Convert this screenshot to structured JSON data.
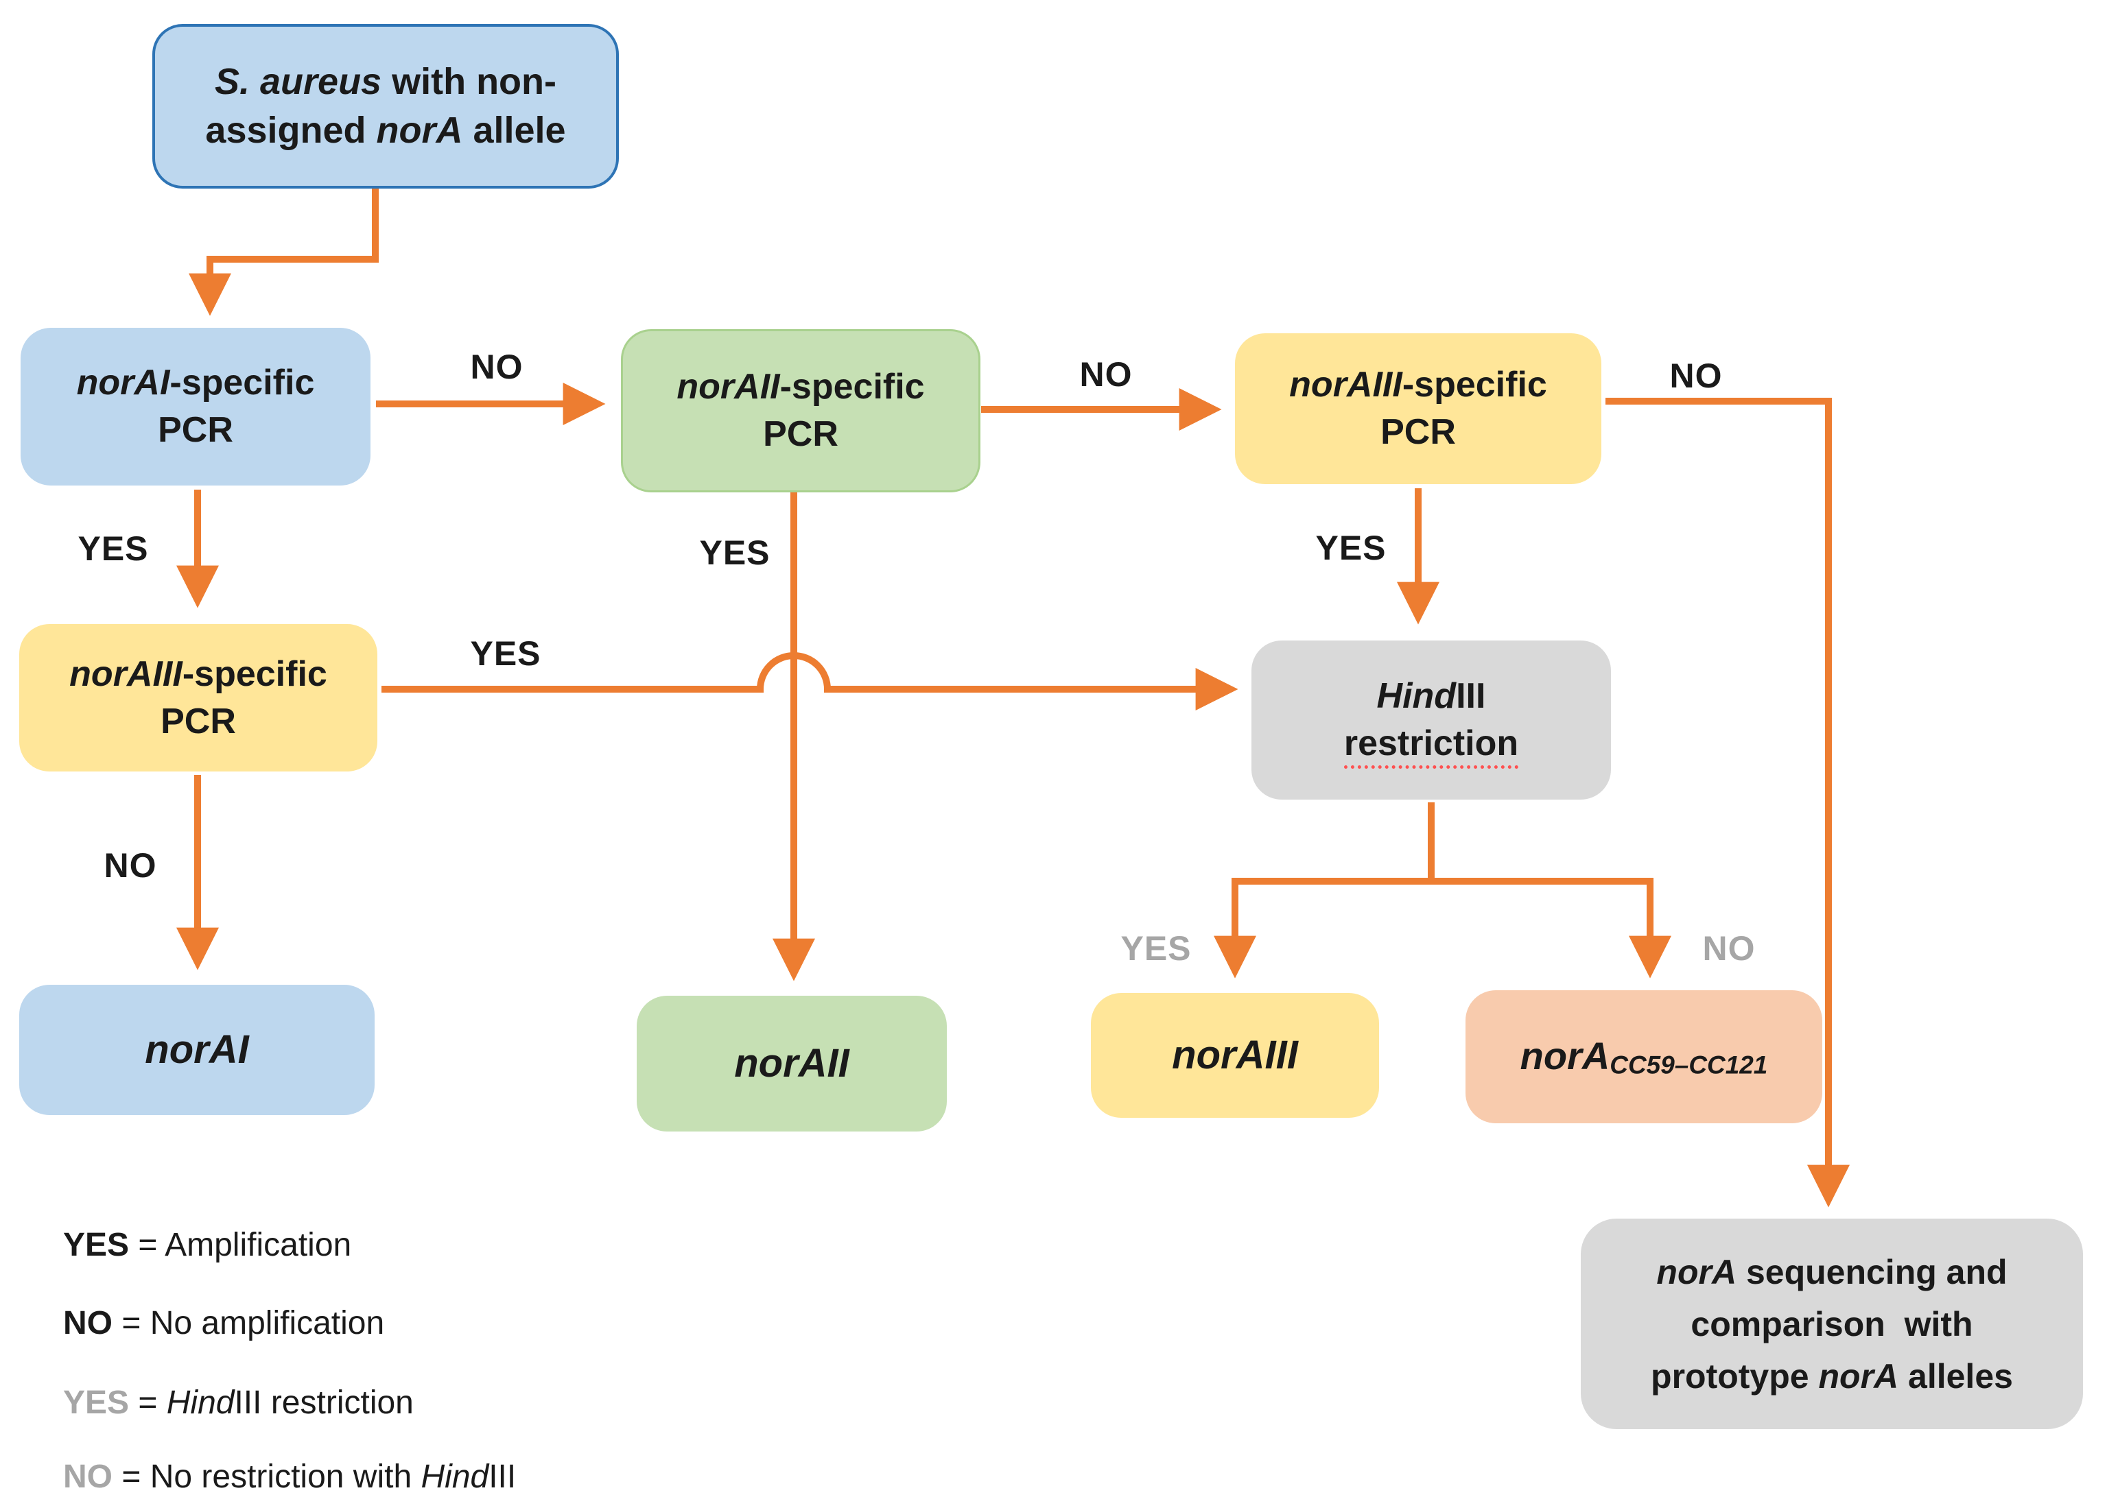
{
  "colors": {
    "box_blue": "#BDD7EE",
    "box_green": "#C6E0B4",
    "box_yellow": "#FFE699",
    "box_gray": "#D9D9D9",
    "box_salmon": "#F8CBAD",
    "border_blue": "#2E74B5",
    "border_green": "#A9D18E",
    "arrow": "#ED7D31",
    "label_gray": "#A6A6A6",
    "text": "#1a1a1a"
  },
  "nodes": {
    "start": {
      "segments": [
        {
          "text": "S. aureus",
          "italic": true
        },
        {
          "text": " with non-\nassigned "
        },
        {
          "text": "norA",
          "italic": true
        },
        {
          "text": " allele"
        }
      ]
    },
    "norai_pcr": {
      "segments": [
        {
          "text": "norAI",
          "italic": true
        },
        {
          "text": "-specific\nPCR"
        }
      ]
    },
    "noraii_pcr": {
      "segments": [
        {
          "text": "norAII",
          "italic": true
        },
        {
          "text": "-specific\nPCR"
        }
      ]
    },
    "noraiii_pcr_top": {
      "segments": [
        {
          "text": "norAIII",
          "italic": true
        },
        {
          "text": "-specific\nPCR"
        }
      ]
    },
    "noraiii_pcr_left": {
      "segments": [
        {
          "text": "norAIII",
          "italic": true
        },
        {
          "text": "-specific\nPCR"
        }
      ]
    },
    "hind": {
      "segments": [
        {
          "text": "Hind",
          "italic": true
        },
        {
          "text": "III\n"
        },
        {
          "text": "restriction",
          "squiggle": true
        }
      ]
    },
    "norai_result": {
      "segments": [
        {
          "text": "norAI",
          "italic": true
        }
      ]
    },
    "noraii_result": {
      "segments": [
        {
          "text": "norAII",
          "italic": true
        }
      ]
    },
    "noraiii_result": {
      "segments": [
        {
          "text": "norAIII",
          "italic": true
        }
      ]
    },
    "cc_result": {
      "segments": [
        {
          "text": "norA",
          "italic": true
        },
        {
          "text": "CC59–CC121",
          "italic": true,
          "sub": true
        }
      ]
    },
    "seq": {
      "segments": [
        {
          "text": "norA",
          "italic": true
        },
        {
          "text": " sequencing and\ncomparison  with\nprototype "
        },
        {
          "text": "norA",
          "italic": true
        },
        {
          "text": " alleles"
        }
      ]
    }
  },
  "labels": {
    "no1": {
      "text": "NO"
    },
    "no2": {
      "text": "NO"
    },
    "no3": {
      "text": "NO"
    },
    "no4": {
      "text": "NO"
    },
    "yes1": {
      "text": "YES"
    },
    "yes2": {
      "text": "YES"
    },
    "yes3": {
      "text": "YES"
    },
    "yes4": {
      "text": "YES"
    },
    "hind_yes": {
      "text": "YES"
    },
    "hind_no": {
      "text": "NO"
    }
  },
  "legend": [
    {
      "segments": [
        {
          "text": "YES",
          "bold": true
        },
        {
          "text": " = Amplification"
        }
      ]
    },
    {
      "segments": [
        {
          "text": "NO",
          "bold": true
        },
        {
          "text": " = No amplification"
        }
      ]
    },
    {
      "segments": [
        {
          "text": "YES",
          "bold": true,
          "gray": true
        },
        {
          "text": " = "
        },
        {
          "text": "Hind",
          "italic": true
        },
        {
          "text": "III restriction"
        }
      ]
    },
    {
      "segments": [
        {
          "text": "NO",
          "bold": true,
          "gray": true
        },
        {
          "text": " = No restriction with "
        },
        {
          "text": "Hind",
          "italic": true
        },
        {
          "text": "III"
        }
      ]
    }
  ]
}
